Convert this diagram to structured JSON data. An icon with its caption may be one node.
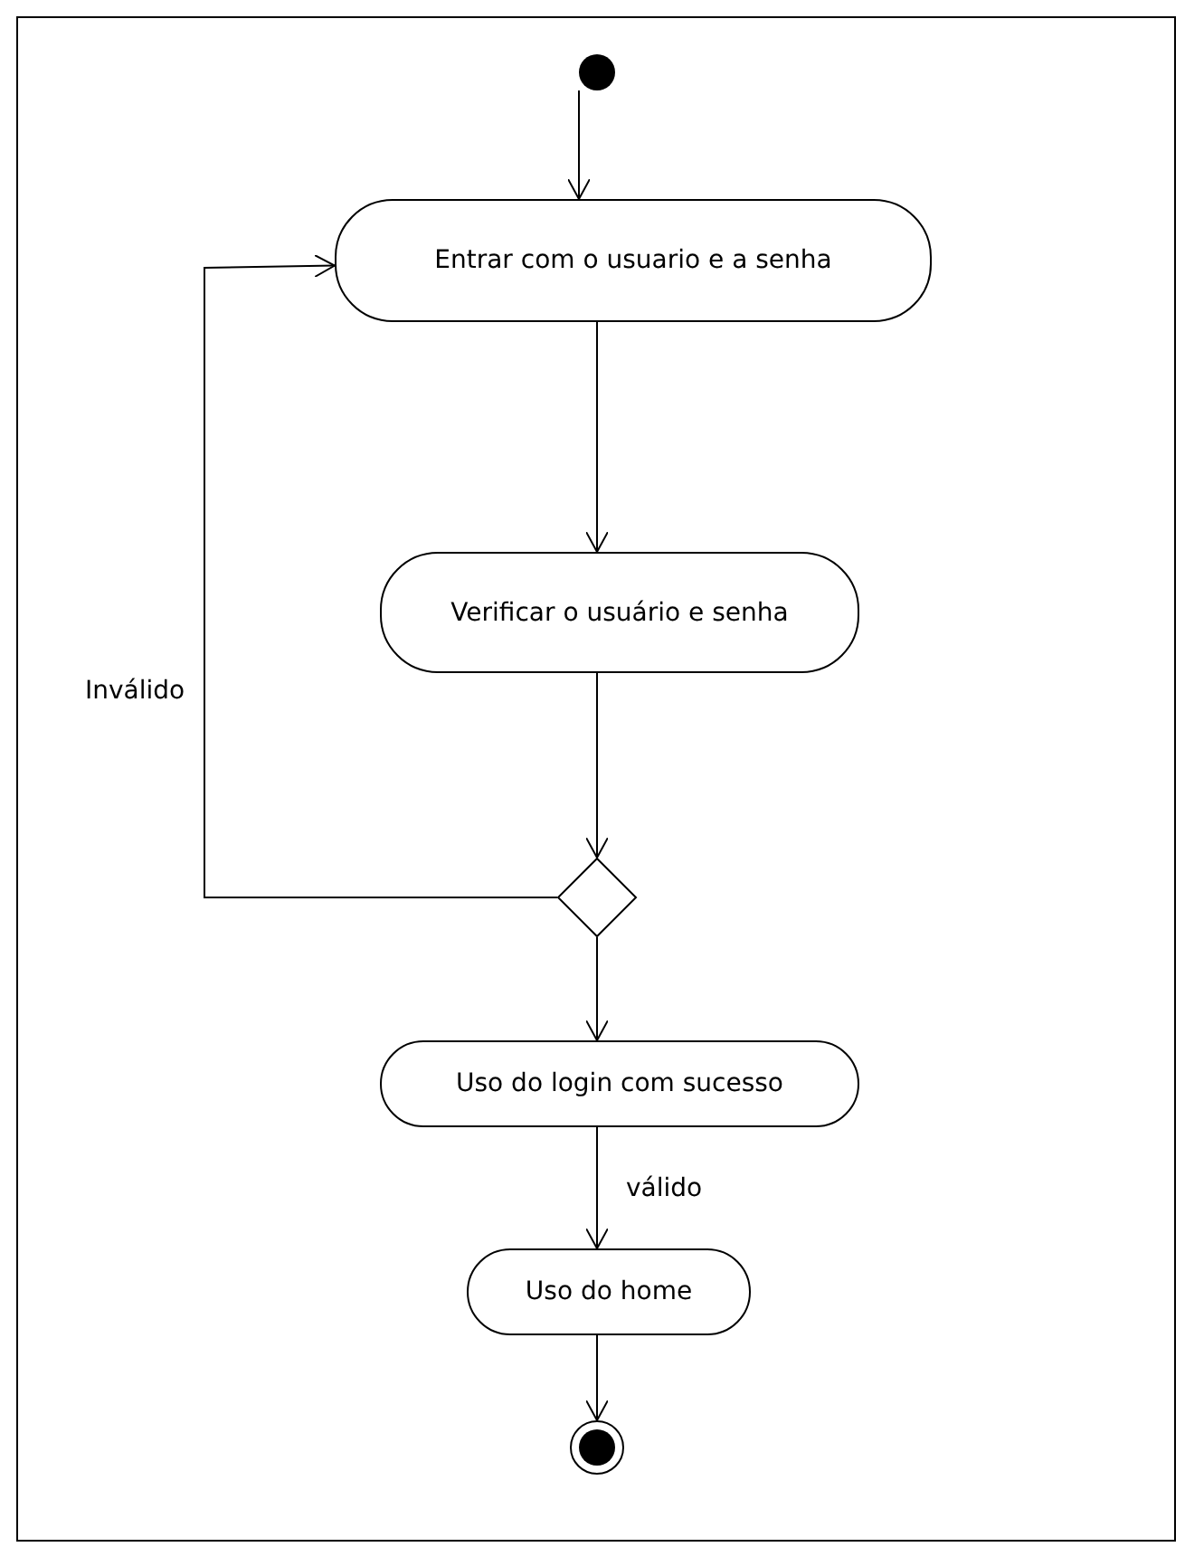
{
  "diagram": {
    "nodes": [
      {
        "text": [],
        "shape": "circle"
      },
      {
        "text": [
          "Entrar com o usuario e a senha"
        ]
      },
      {
        "text": [
          "Verificar o usuário e senha"
        ]
      },
      {
        "text": [],
        "shape": "diamond"
      },
      {
        "text": [
          "Uso do login com sucesso"
        ]
      },
      {
        "text": [
          "Uso do home"
        ]
      },
      {
        "text": [],
        "shape": "circle"
      }
    ],
    "edges": [
      {
        "from": 0,
        "to": 1,
        "arrow": "to"
      },
      {
        "from": 1,
        "to": 2,
        "arrow": "to"
      },
      {
        "from": 2,
        "to": 3,
        "arrow": "to"
      },
      {
        "from": 3,
        "to": 1,
        "arrow": "to",
        "label": "Inválido"
      },
      {
        "from": 3,
        "to": 4,
        "arrow": "to"
      },
      {
        "from": 4,
        "to": 5,
        "arrow": "to",
        "label": "válido"
      },
      {
        "from": 5,
        "to": 6,
        "arrow": "to"
      }
    ]
  }
}
